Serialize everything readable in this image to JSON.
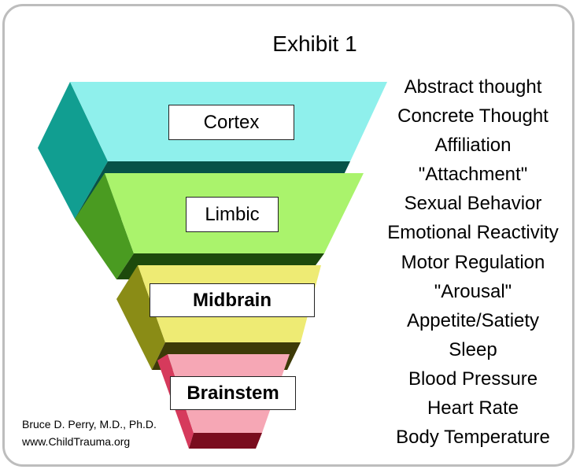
{
  "title": "Exhibit 1",
  "layers": [
    {
      "label": "Cortex",
      "bold": false,
      "color": "#8ff0ec"
    },
    {
      "label": "Limbic",
      "bold": false,
      "color": "#aaf36c"
    },
    {
      "label": "Midbrain",
      "bold": true,
      "color": "#eeeb74"
    },
    {
      "label": "Brainstem",
      "bold": true,
      "color": "#f6a7b5"
    }
  ],
  "functions": [
    "Abstract thought",
    "Concrete Thought",
    "Affiliation",
    "\"Attachment\"",
    "Sexual Behavior",
    "Emotional Reactivity",
    "Motor Regulation",
    "\"Arousal\"",
    "Appetite/Satiety",
    "Sleep",
    "Blood Pressure",
    "Heart Rate",
    "Body Temperature"
  ],
  "credit": {
    "author": "Bruce D. Perry, M.D., Ph.D.",
    "website": "www.ChildTrauma.org"
  }
}
